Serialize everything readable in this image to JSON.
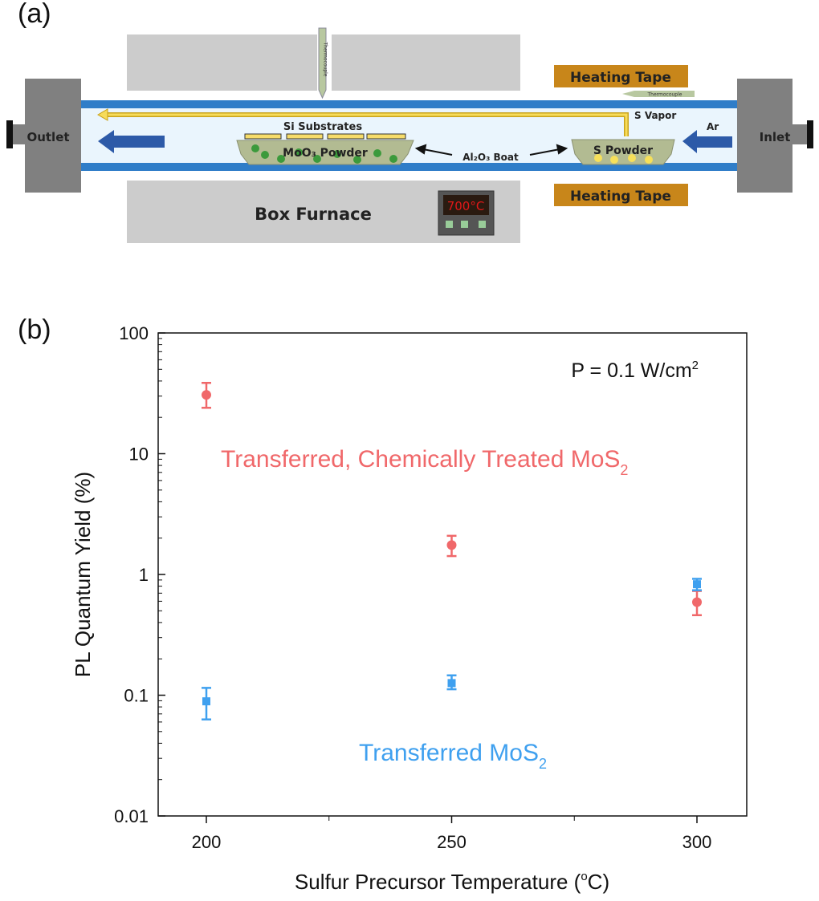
{
  "panel_a": {
    "label": "(a)",
    "outlet": "Outlet",
    "inlet": "Inlet",
    "si_substrates": "Si Substrates",
    "moo3_powder": "MoO₃ Powder",
    "al2o3_boat": "Al₂O₃ Boat",
    "s_powder": "S Powder",
    "s_vapor": "S Vapor",
    "ar": "Ar",
    "heating_tape_top": "Heating Tape",
    "heating_tape_bottom": "Heating Tape",
    "box_furnace": "Box Furnace",
    "controller_display": "700°C",
    "thermocouple_top": "Thermocouple",
    "thermocouple_right": "Thermocouple",
    "colors": {
      "tube": "#2f7dc8",
      "tube_inside": "#eaf5fd",
      "vapor": "#f3d34a",
      "tape": "#c8861a",
      "furnace": "#cccccc",
      "port": "#808080",
      "flow_arrow": "#2d5aa8"
    }
  },
  "panel_b": {
    "label": "(b)",
    "annotation": "P = 0.1 W/cm",
    "annotation_sup": "2"
  },
  "chart_data": {
    "type": "scatter",
    "xlabel": "Sulfur Precursor Temperature (",
    "xlabel_sup": "o",
    "xlabel_end": "C)",
    "ylabel": "PL Quantum Yield (%)",
    "y_scale": "log",
    "xlim": [
      190,
      310
    ],
    "ylim": [
      0.01,
      100
    ],
    "x_ticks": [
      "200",
      "250",
      "300"
    ],
    "y_ticks": [
      "100",
      "10",
      "1",
      "0.1",
      "0.01"
    ],
    "grid": false,
    "series": [
      {
        "name": "Transferred, Chemically Treated MoS",
        "name_sub": "2",
        "color": "#f0686a",
        "marker": "circle",
        "x": [
          200,
          250,
          300
        ],
        "y": [
          30.7,
          1.75,
          0.59
        ],
        "y_err_low": [
          24,
          1.42,
          0.46
        ],
        "y_err_high": [
          38.6,
          2.09,
          0.73
        ]
      },
      {
        "name": "Transferred MoS",
        "name_sub": "2",
        "color": "#3fa0ef",
        "marker": "square",
        "x": [
          200,
          250,
          300
        ],
        "y": [
          0.089,
          0.126,
          0.83
        ],
        "y_err_low": [
          0.063,
          0.112,
          0.74
        ],
        "y_err_high": [
          0.115,
          0.146,
          0.92
        ]
      }
    ]
  }
}
